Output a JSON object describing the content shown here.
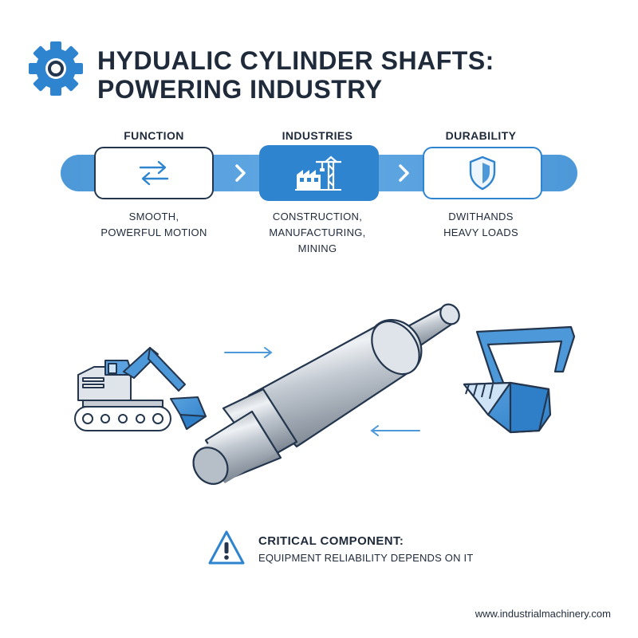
{
  "header": {
    "title_line1": "HYDUALIC CYLINDER SHAFTS:",
    "title_line2": "POWERING INDUSTRY",
    "icon": "gear-icon"
  },
  "steps": [
    {
      "label": "FUNCTION",
      "icon": "swap-arrows-icon",
      "desc_line1": "SMOOTH,",
      "desc_line2": "POWERFUL MOTION",
      "desc_line3": ""
    },
    {
      "label": "INDUSTRIES",
      "icon": "factory-crane-icon",
      "desc_line1": "CONSTRUCTION,",
      "desc_line2": "MANUFACTURING,",
      "desc_line3": "MINING"
    },
    {
      "label": "DURABILITY",
      "icon": "shield-icon",
      "desc_line1": "DWITHANDS",
      "desc_line2": "HEAVY LOADS",
      "desc_line3": ""
    }
  ],
  "illustration": {
    "items": [
      "excavator-icon",
      "hydraulic-shaft-icon",
      "excavator-bucket-icon"
    ]
  },
  "callout": {
    "title": "CRITICAL COMPONENT:",
    "text": "EQUIPMENT RELIABILITY DEPENDS ON IT",
    "icon": "warning-icon"
  },
  "footer": {
    "url": "www.industrialmachinery.com"
  },
  "colors": {
    "accent": "#2f84cf",
    "band": "#5aa3e0",
    "dark": "#1f2a3a",
    "steel": "#c7cdd4"
  }
}
